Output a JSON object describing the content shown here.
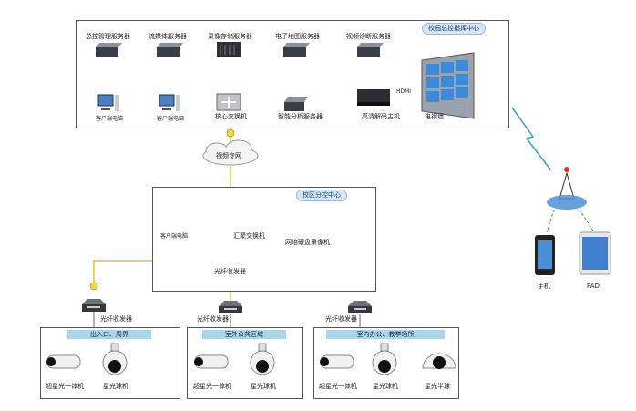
{
  "hq": {
    "title": "校园总控指挥中心",
    "servers": [
      "总控管理服务器",
      "流媒体服务器",
      "录像存储服务器",
      "电子地图服务器",
      "视频诊断服务器"
    ],
    "client1": "客户端电脑",
    "client2": "客户端电脑",
    "core_switch": "核心交换机",
    "analysis": "智能分析服务器",
    "decoder": "高清解码主机",
    "hdmi": "HDMI",
    "video_wall": "电视墙"
  },
  "network": {
    "cloud": "视频专网"
  },
  "branch": {
    "title": "校区分控中心",
    "client": "客户端电脑",
    "agg_switch": "汇聚交换机",
    "nvr": "网络硬盘录像机",
    "transceiver": "光纤收发器"
  },
  "zones": [
    {
      "transceiver": "光纤收发器",
      "title": "出入口、周界",
      "cams": [
        "超星光一体机",
        "星光球机"
      ]
    },
    {
      "transceiver": "光纤收发器",
      "title": "室外公共区域",
      "cams": [
        "超星光一体机",
        "星光球机"
      ]
    },
    {
      "transceiver": "光纤收发器",
      "title": "室内办公、教学场所",
      "cams": [
        "超星光一体机",
        "星光球机",
        "星光半球"
      ]
    }
  ],
  "mobile": {
    "phone": "手机",
    "pad": "PAD"
  },
  "colors": {
    "bus": "#7fa9d8",
    "fiber": "#e2c23e",
    "link": "#5a73c9",
    "wireless": "#3aa0c8"
  }
}
